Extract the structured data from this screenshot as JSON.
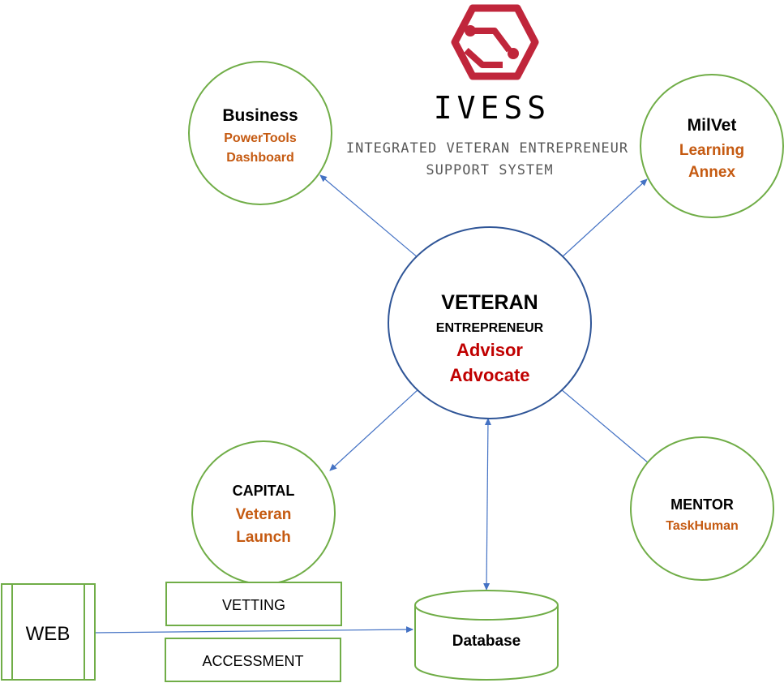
{
  "colors": {
    "green": "#70ad47",
    "navy": "#2f5597",
    "arrow": "#4472c4",
    "orange": "#c55a11",
    "red": "#c00000",
    "logo_red": "#c0263b",
    "gray": "#595959",
    "black": "#000000"
  },
  "logo": {
    "name": "IVESS",
    "tagline_line1": "INTEGRATED VETERAN ENTREPRENEUR",
    "tagline_line2": "SUPPORT SYSTEM",
    "icon": "hexagon-link-icon"
  },
  "center": {
    "title": "VETERAN",
    "subtitle": "ENTREPRENEUR",
    "line3": "Advisor",
    "line4": "Advocate"
  },
  "nodes": {
    "business": {
      "title": "Business",
      "line2": "PowerTools",
      "line3": "Dashboard"
    },
    "milvet": {
      "title": "MilVet",
      "line2": "Learning",
      "line3": "Annex"
    },
    "capital": {
      "title": "CAPITAL",
      "line2": "Veteran",
      "line3": "Launch"
    },
    "mentor": {
      "title": "MENTOR",
      "line2": "TaskHuman"
    }
  },
  "boxes": {
    "web": "WEB",
    "vetting": "VETTING",
    "accessment": "ACCESSMENT",
    "database": "Database"
  }
}
